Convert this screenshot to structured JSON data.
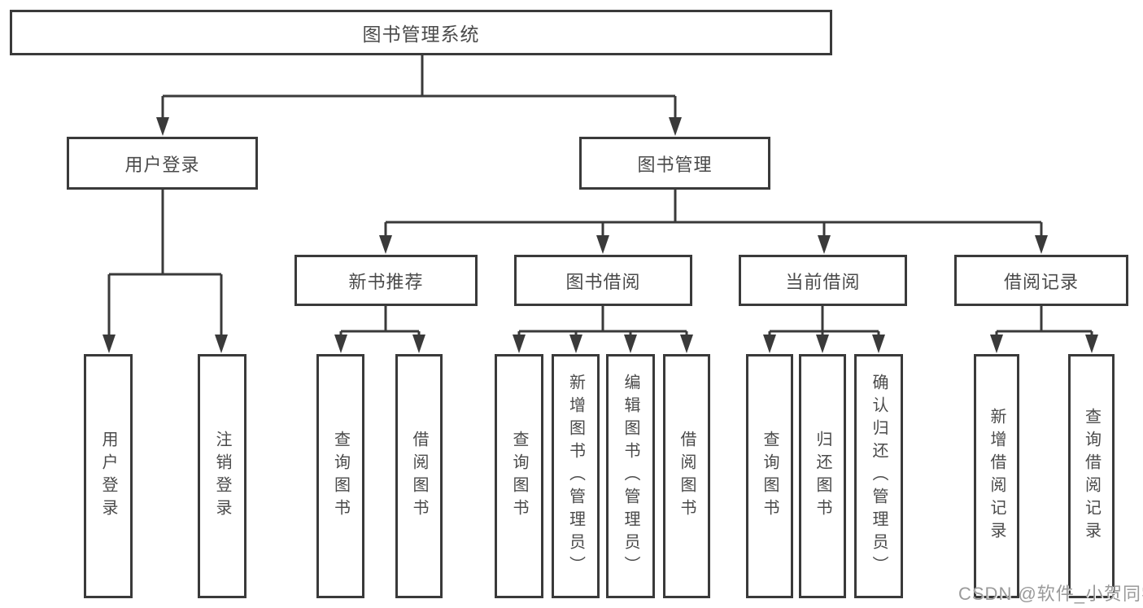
{
  "colors": {
    "line": "#3a3a3a",
    "box_border": "#3a3a3a",
    "box_text": "#4a4a4a",
    "watermark_text": "#9a9a9a",
    "background": "#ffffff"
  },
  "watermark": {
    "text": "CSDN @软件_小贺同学"
  },
  "tree": {
    "label": "图书管理系统",
    "children": [
      {
        "label": "用户登录",
        "children": [
          {
            "label": "用户登录"
          },
          {
            "label": "注销登录"
          }
        ]
      },
      {
        "label": "图书管理",
        "children": [
          {
            "label": "新书推荐",
            "children": [
              {
                "label": "查询图书"
              },
              {
                "label": "借阅图书"
              }
            ]
          },
          {
            "label": "图书借阅",
            "children": [
              {
                "label": "查询图书"
              },
              {
                "label": "新增图书（管理员）"
              },
              {
                "label": "编辑图书（管理员）"
              },
              {
                "label": "借阅图书"
              }
            ]
          },
          {
            "label": "当前借阅",
            "children": [
              {
                "label": "查询图书"
              },
              {
                "label": "归还图书"
              },
              {
                "label": "确认归还（管理员）"
              }
            ]
          },
          {
            "label": "借阅记录",
            "children": [
              {
                "label": "新增借阅记录"
              },
              {
                "label": "查询借阅记录"
              }
            ]
          }
        ]
      }
    ]
  }
}
